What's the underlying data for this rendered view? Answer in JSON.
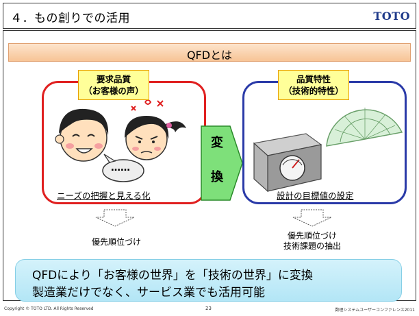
{
  "header": {
    "title": "４．もの創りでの活用",
    "brand": "TOTO"
  },
  "banner": {
    "title": "QFDとは"
  },
  "left_panel": {
    "tag_line1": "要求品質",
    "tag_line2": "（お客様の声）",
    "bubble": "……",
    "caption": "ニーズの把握と見える化"
  },
  "convert": {
    "char1": "変",
    "char2": "換"
  },
  "right_panel": {
    "tag_line1": "品質特性",
    "tag_line2": "（技術的特性）",
    "caption": "設計の目標値の設定"
  },
  "priority": {
    "left": "優先順位づけ",
    "right_line1": "優先順位づけ",
    "right_line2": "技術課題の抽出"
  },
  "summary": {
    "line1": "QFDにより「お客様の世界」を「技術の世界」に変換",
    "line2": "製造業だけでなく、サービス業でも活用可能"
  },
  "footer": {
    "copyright": "Copyright © TOTO LTD. All Rights Reserved",
    "page": "23",
    "conference": "数理システムユーザーコンファレンス2011"
  },
  "colors": {
    "left_border": "#e02020",
    "right_border": "#2a3aa8",
    "arrow_fill": "#7ee07a",
    "tag_fill": "#ffff99"
  }
}
